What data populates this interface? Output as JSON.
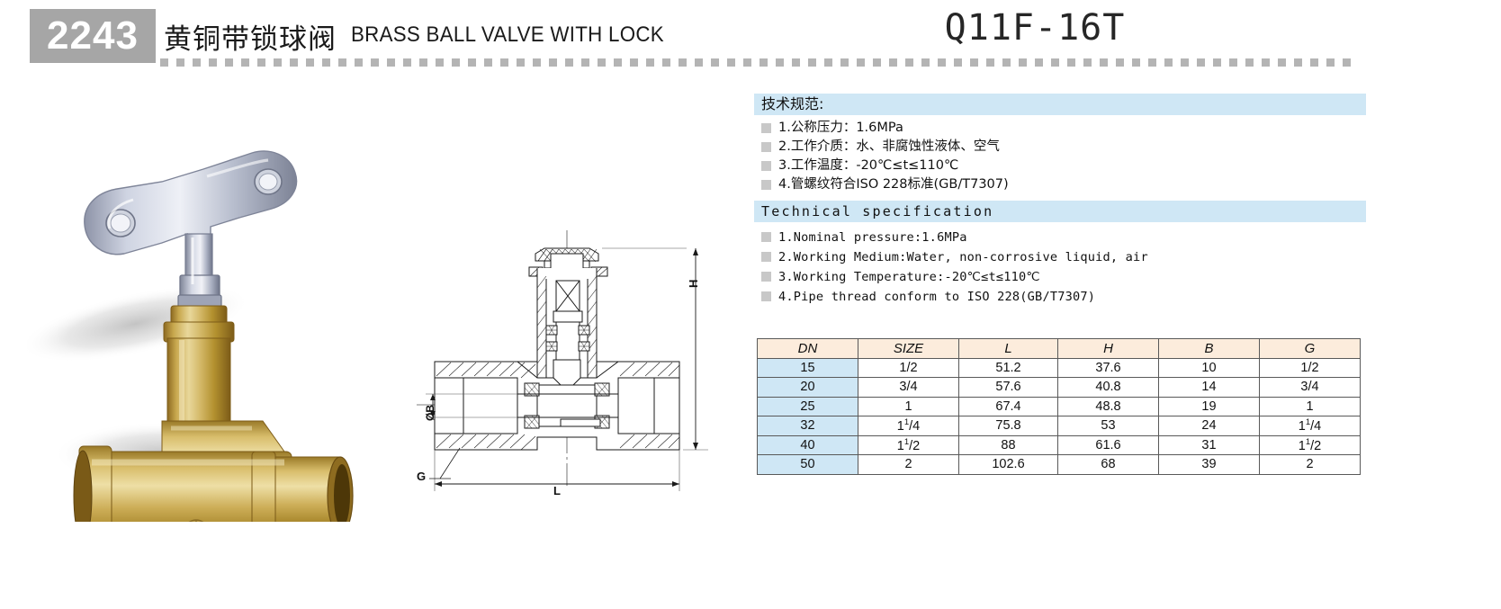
{
  "header": {
    "code": "2243",
    "title_cn": "黄铜带锁球阀",
    "title_en": "BRASS  BALL VALVE WITH LOCK",
    "model": "Q11F-16T",
    "badge_color": "#a6a6a6",
    "rule_color": "#b4b4b4"
  },
  "specs_cn": {
    "heading": "技术规范:",
    "items": [
      "1.公称压力：1.6MPa",
      "2.工作介质：水、非腐蚀性液体、空气",
      "3.工作温度：-20℃≤t≤110℃",
      "4.管螺纹符合ISO 228标准(GB/T7307)"
    ]
  },
  "specs_en": {
    "heading": "Technical specification",
    "items": [
      "1.Nominal pressure:1.6MPa",
      "2.Working Medium:Water, non-corrosive liquid, air",
      "3.Working Temperature:-20℃≤t≤110℃",
      "4.Pipe thread conform to ISO 228(GB/T7307)"
    ]
  },
  "table": {
    "columns": [
      "DN",
      "SIZE",
      "L",
      "H",
      "B",
      "G"
    ],
    "header_bg": "#fcecdc",
    "dn_bg": "#cfe7f5",
    "rows": [
      {
        "DN": "15",
        "SIZE": "1/2",
        "SIZE_sup": "",
        "L": "51.2",
        "H": "37.6",
        "B": "10",
        "G": "1/2",
        "G_sup": ""
      },
      {
        "DN": "20",
        "SIZE": "3/4",
        "SIZE_sup": "",
        "L": "57.6",
        "H": "40.8",
        "B": "14",
        "G": "3/4",
        "G_sup": ""
      },
      {
        "DN": "25",
        "SIZE": "1",
        "SIZE_sup": "",
        "L": "67.4",
        "H": "48.8",
        "B": "19",
        "G": "1",
        "G_sup": ""
      },
      {
        "DN": "32",
        "SIZE": "1|/4",
        "SIZE_sup": "1",
        "L": "75.8",
        "H": "53",
        "B": "24",
        "G": "1|/4",
        "G_sup": "1"
      },
      {
        "DN": "40",
        "SIZE": "1|/2",
        "SIZE_sup": "1",
        "L": "88",
        "H": "61.6",
        "B": "31",
        "G": "1|/2",
        "G_sup": "1"
      },
      {
        "DN": "50",
        "SIZE": "2",
        "SIZE_sup": "",
        "L": "102.6",
        "H": "68",
        "B": "39",
        "G": "2",
        "G_sup": ""
      }
    ]
  },
  "drawing": {
    "label_h": "H",
    "label_l": "L",
    "label_b": "ØB",
    "label_g": "G"
  },
  "photo": {
    "alt": "brass-ball-valve-with-lock-key-photo"
  }
}
